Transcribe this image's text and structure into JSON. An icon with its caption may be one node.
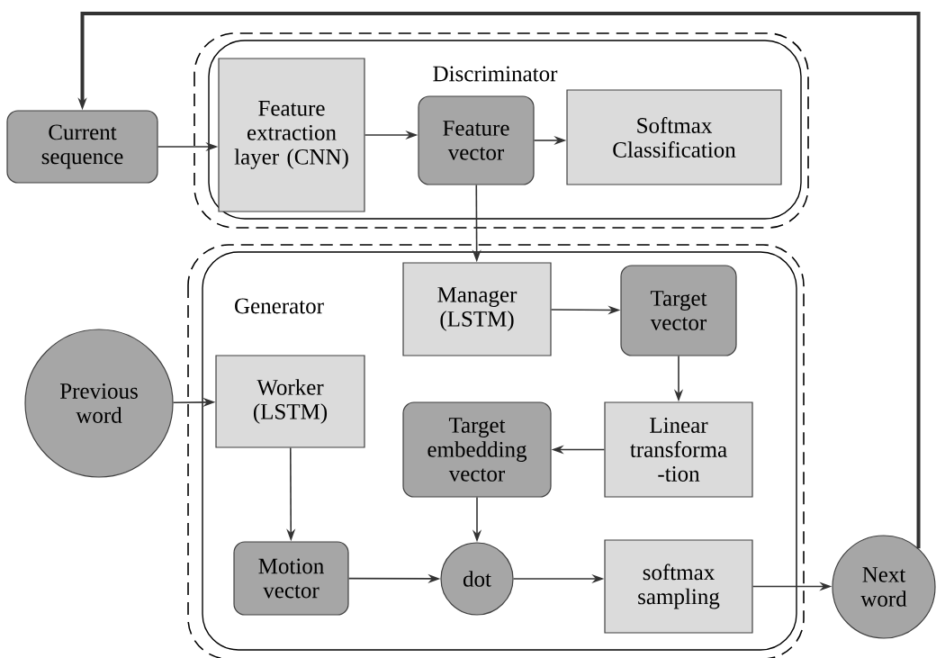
{
  "diagram": {
    "nodes": [
      {
        "text": [
          "Current sequence"
        ]
      },
      {
        "text": [
          "Discriminator"
        ]
      },
      {
        "text": [
          "Feature extraction layer (CNN)"
        ],
        "in": 1
      },
      {
        "text": [
          "Feature vector"
        ],
        "in": 1
      },
      {
        "text": [
          "Softmax Classification"
        ],
        "in": 1
      },
      {
        "text": [
          "Generator"
        ]
      },
      {
        "text": [
          "Previous word"
        ]
      },
      {
        "text": [
          "Manager (LSTM)"
        ],
        "in": 5
      },
      {
        "text": [
          "Target vector"
        ],
        "in": 5
      },
      {
        "text": [
          "Worker (LSTM)"
        ],
        "in": 5
      },
      {
        "text": [
          "Target embedding vector"
        ],
        "in": 5
      },
      {
        "text": [
          "Linear transforma -tion"
        ],
        "in": 5
      },
      {
        "text": [
          "Motion vector"
        ],
        "in": 5
      },
      {
        "text": [
          "dot"
        ],
        "in": 5
      },
      {
        "text": [
          "softmax sampling"
        ],
        "in": 5
      },
      {
        "text": [
          "Next word"
        ]
      }
    ],
    "edges": [
      {
        "from": 0,
        "to": 2,
        "arrow": "to"
      },
      {
        "from": 2,
        "to": 3,
        "arrow": "to"
      },
      {
        "from": 3,
        "to": 4,
        "arrow": "to"
      },
      {
        "from": 3,
        "to": 7,
        "arrow": "to"
      },
      {
        "from": 7,
        "to": 8,
        "arrow": "to"
      },
      {
        "from": 8,
        "to": 11,
        "arrow": "to"
      },
      {
        "from": 11,
        "to": 10,
        "arrow": "to"
      },
      {
        "from": 6,
        "to": 9,
        "arrow": "to"
      },
      {
        "from": 9,
        "to": 12,
        "arrow": "to"
      },
      {
        "from": 12,
        "to": 13,
        "arrow": "to"
      },
      {
        "from": 10,
        "to": 13,
        "arrow": "to"
      },
      {
        "from": 13,
        "to": 14,
        "arrow": "to"
      },
      {
        "from": 14,
        "to": 15,
        "arrow": "to"
      },
      {
        "from": 15,
        "to": 0,
        "arrow": "to",
        "style": "thick"
      }
    ]
  }
}
